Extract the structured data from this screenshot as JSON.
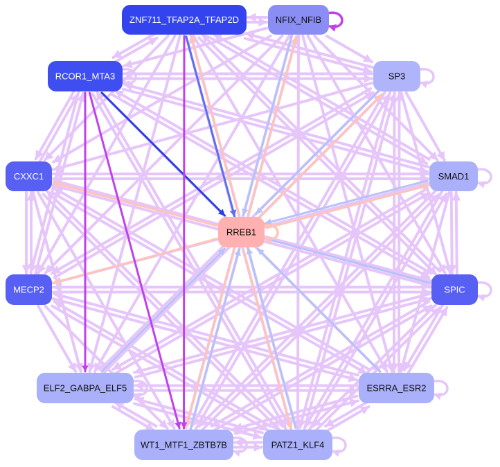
{
  "diagram": {
    "nodes": [
      {
        "id": "znf711",
        "label": "ZNF711_TFAP2A_TFAP2D",
        "fill": "#3344ee",
        "text_color": "#ffffff"
      },
      {
        "id": "nfix",
        "label": "NFIX_NFIB",
        "fill": "#8a8ef4",
        "text_color": "#111111"
      },
      {
        "id": "rcor1",
        "label": "RCOR1_MTA3",
        "fill": "#3e4ef0",
        "text_color": "#ffffff"
      },
      {
        "id": "sp3",
        "label": "SP3",
        "fill": "#b0b4fa",
        "text_color": "#111111"
      },
      {
        "id": "cxxc1",
        "label": "CXXC1",
        "fill": "#5860f4",
        "text_color": "#ffffff"
      },
      {
        "id": "smad1",
        "label": "SMAD1",
        "fill": "#aab0fa",
        "text_color": "#111111"
      },
      {
        "id": "rreb1",
        "label": "RREB1",
        "fill": "#ffb0b0",
        "text_color": "#111111"
      },
      {
        "id": "mecp2",
        "label": "MECP2",
        "fill": "#5860f4",
        "text_color": "#ffffff"
      },
      {
        "id": "spic",
        "label": "SPIC",
        "fill": "#5860f4",
        "text_color": "#ffffff"
      },
      {
        "id": "elf2",
        "label": "ELF2_GABPA_ELF5",
        "fill": "#aab0fa",
        "text_color": "#111111"
      },
      {
        "id": "esrra",
        "label": "ESRRA_ESR2",
        "fill": "#aab0fa",
        "text_color": "#111111"
      },
      {
        "id": "wt1",
        "label": "WT1_MTF1_ZBTB7B",
        "fill": "#aab0fa",
        "text_color": "#111111"
      },
      {
        "id": "patz1",
        "label": "PATZ1_KLF4",
        "fill": "#aab0fa",
        "text_color": "#111111"
      }
    ],
    "edge_colors": {
      "default": "#e6c6fa",
      "dark_blue": "#2a3fe6",
      "medium_blue": "#5a70f0",
      "light_blue": "#b6c2f8",
      "peach": "#ffc4b8",
      "violet": "#c040ee"
    },
    "edges": [
      {
        "from": "rcor1",
        "to": "rreb1",
        "color": "dark_blue"
      },
      {
        "from": "znf711",
        "to": "rreb1",
        "color": "medium_blue"
      },
      {
        "from": "nfix",
        "to": "rreb1",
        "color": "light_blue"
      },
      {
        "from": "sp3",
        "to": "rreb1",
        "color": "light_blue"
      },
      {
        "from": "smad1",
        "to": "rreb1",
        "color": "light_blue"
      },
      {
        "from": "spic",
        "to": "rreb1",
        "color": "light_blue"
      },
      {
        "from": "esrra",
        "to": "rreb1",
        "color": "light_blue"
      },
      {
        "from": "elf2",
        "to": "rreb1",
        "color": "light_blue"
      },
      {
        "from": "wt1",
        "to": "rreb1",
        "color": "light_blue"
      },
      {
        "from": "patz1",
        "to": "rreb1",
        "color": "light_blue"
      },
      {
        "from": "rreb1",
        "to": "znf711",
        "color": "peach"
      },
      {
        "from": "rreb1",
        "to": "nfix",
        "color": "peach"
      },
      {
        "from": "rreb1",
        "to": "cxxc1",
        "color": "peach"
      },
      {
        "from": "rreb1",
        "to": "mecp2",
        "color": "peach"
      },
      {
        "from": "rreb1",
        "to": "sp3",
        "color": "peach"
      },
      {
        "from": "rreb1",
        "to": "smad1",
        "color": "peach"
      },
      {
        "from": "rreb1",
        "to": "wt1",
        "color": "peach"
      },
      {
        "from": "rreb1",
        "to": "patz1",
        "color": "peach"
      },
      {
        "from": "rcor1",
        "to": "elf2",
        "color": "violet"
      },
      {
        "from": "rcor1",
        "to": "wt1",
        "color": "violet"
      },
      {
        "from": "znf711",
        "to": "wt1",
        "color": "violet"
      },
      {
        "from": "znf711",
        "to": "nfix",
        "color": "default"
      },
      {
        "from": "nfix",
        "to": "znf711",
        "color": "default"
      },
      {
        "from": "znf711",
        "to": "rcor1",
        "color": "default"
      },
      {
        "from": "rcor1",
        "to": "znf711",
        "color": "default"
      },
      {
        "from": "znf711",
        "to": "sp3",
        "color": "default"
      },
      {
        "from": "sp3",
        "to": "znf711",
        "color": "default"
      },
      {
        "from": "znf711",
        "to": "cxxc1",
        "color": "default"
      },
      {
        "from": "znf711",
        "to": "smad1",
        "color": "default"
      },
      {
        "from": "znf711",
        "to": "mecp2",
        "color": "default"
      },
      {
        "from": "znf711",
        "to": "spic",
        "color": "default"
      },
      {
        "from": "znf711",
        "to": "elf2",
        "color": "default"
      },
      {
        "from": "znf711",
        "to": "esrra",
        "color": "default"
      },
      {
        "from": "znf711",
        "to": "patz1",
        "color": "default"
      },
      {
        "from": "patz1",
        "to": "znf711",
        "color": "default"
      },
      {
        "from": "nfix",
        "to": "rcor1",
        "color": "default"
      },
      {
        "from": "nfix",
        "to": "sp3",
        "color": "default"
      },
      {
        "from": "nfix",
        "to": "cxxc1",
        "color": "default"
      },
      {
        "from": "nfix",
        "to": "smad1",
        "color": "default"
      },
      {
        "from": "nfix",
        "to": "mecp2",
        "color": "default"
      },
      {
        "from": "nfix",
        "to": "spic",
        "color": "default"
      },
      {
        "from": "nfix",
        "to": "elf2",
        "color": "default"
      },
      {
        "from": "nfix",
        "to": "esrra",
        "color": "default"
      },
      {
        "from": "nfix",
        "to": "wt1",
        "color": "default"
      },
      {
        "from": "nfix",
        "to": "patz1",
        "color": "default"
      },
      {
        "from": "wt1",
        "to": "nfix",
        "color": "default"
      },
      {
        "from": "rcor1",
        "to": "sp3",
        "color": "default"
      },
      {
        "from": "rcor1",
        "to": "cxxc1",
        "color": "default"
      },
      {
        "from": "rcor1",
        "to": "smad1",
        "color": "default"
      },
      {
        "from": "rcor1",
        "to": "mecp2",
        "color": "default"
      },
      {
        "from": "rcor1",
        "to": "spic",
        "color": "default"
      },
      {
        "from": "rcor1",
        "to": "esrra",
        "color": "default"
      },
      {
        "from": "rcor1",
        "to": "patz1",
        "color": "default"
      },
      {
        "from": "sp3",
        "to": "rcor1",
        "color": "default"
      },
      {
        "from": "sp3",
        "to": "cxxc1",
        "color": "default"
      },
      {
        "from": "sp3",
        "to": "smad1",
        "color": "default"
      },
      {
        "from": "sp3",
        "to": "mecp2",
        "color": "default"
      },
      {
        "from": "sp3",
        "to": "spic",
        "color": "default"
      },
      {
        "from": "sp3",
        "to": "elf2",
        "color": "default"
      },
      {
        "from": "sp3",
        "to": "esrra",
        "color": "default"
      },
      {
        "from": "sp3",
        "to": "wt1",
        "color": "default"
      },
      {
        "from": "sp3",
        "to": "patz1",
        "color": "default"
      },
      {
        "from": "cxxc1",
        "to": "smad1",
        "color": "default"
      },
      {
        "from": "cxxc1",
        "to": "mecp2",
        "color": "default"
      },
      {
        "from": "mecp2",
        "to": "cxxc1",
        "color": "default"
      },
      {
        "from": "cxxc1",
        "to": "spic",
        "color": "default"
      },
      {
        "from": "cxxc1",
        "to": "elf2",
        "color": "default"
      },
      {
        "from": "cxxc1",
        "to": "esrra",
        "color": "default"
      },
      {
        "from": "cxxc1",
        "to": "wt1",
        "color": "default"
      },
      {
        "from": "cxxc1",
        "to": "patz1",
        "color": "default"
      },
      {
        "from": "cxxc1",
        "to": "rcor1",
        "color": "default"
      },
      {
        "from": "smad1",
        "to": "cxxc1",
        "color": "default"
      },
      {
        "from": "smad1",
        "to": "mecp2",
        "color": "default"
      },
      {
        "from": "smad1",
        "to": "spic",
        "color": "default"
      },
      {
        "from": "spic",
        "to": "smad1",
        "color": "default"
      },
      {
        "from": "smad1",
        "to": "elf2",
        "color": "default"
      },
      {
        "from": "smad1",
        "to": "esrra",
        "color": "default"
      },
      {
        "from": "smad1",
        "to": "wt1",
        "color": "default"
      },
      {
        "from": "smad1",
        "to": "patz1",
        "color": "default"
      },
      {
        "from": "smad1",
        "to": "znf711",
        "color": "default"
      },
      {
        "from": "smad1",
        "to": "rcor1",
        "color": "default"
      },
      {
        "from": "mecp2",
        "to": "spic",
        "color": "default"
      },
      {
        "from": "mecp2",
        "to": "elf2",
        "color": "default"
      },
      {
        "from": "mecp2",
        "to": "esrra",
        "color": "default"
      },
      {
        "from": "mecp2",
        "to": "wt1",
        "color": "default"
      },
      {
        "from": "mecp2",
        "to": "patz1",
        "color": "default"
      },
      {
        "from": "mecp2",
        "to": "rcor1",
        "color": "default"
      },
      {
        "from": "mecp2",
        "to": "sp3",
        "color": "default"
      },
      {
        "from": "spic",
        "to": "mecp2",
        "color": "default"
      },
      {
        "from": "spic",
        "to": "elf2",
        "color": "default"
      },
      {
        "from": "spic",
        "to": "esrra",
        "color": "default"
      },
      {
        "from": "spic",
        "to": "wt1",
        "color": "default"
      },
      {
        "from": "spic",
        "to": "patz1",
        "color": "default"
      },
      {
        "from": "spic",
        "to": "rcor1",
        "color": "default"
      },
      {
        "from": "spic",
        "to": "cxxc1",
        "color": "default"
      },
      {
        "from": "spic",
        "to": "znf711",
        "color": "default"
      },
      {
        "from": "elf2",
        "to": "esrra",
        "color": "default"
      },
      {
        "from": "esrra",
        "to": "elf2",
        "color": "default"
      },
      {
        "from": "elf2",
        "to": "wt1",
        "color": "default"
      },
      {
        "from": "wt1",
        "to": "elf2",
        "color": "default"
      },
      {
        "from": "elf2",
        "to": "patz1",
        "color": "default"
      },
      {
        "from": "patz1",
        "to": "elf2",
        "color": "default"
      },
      {
        "from": "elf2",
        "to": "smad1",
        "color": "default"
      },
      {
        "from": "elf2",
        "to": "spic",
        "color": "default"
      },
      {
        "from": "elf2",
        "to": "sp3",
        "color": "default"
      },
      {
        "from": "esrra",
        "to": "wt1",
        "color": "default"
      },
      {
        "from": "esrra",
        "to": "patz1",
        "color": "default"
      },
      {
        "from": "patz1",
        "to": "esrra",
        "color": "default"
      },
      {
        "from": "esrra",
        "to": "sp3",
        "color": "default"
      },
      {
        "from": "esrra",
        "to": "cxxc1",
        "color": "default"
      },
      {
        "from": "esrra",
        "to": "mecp2",
        "color": "default"
      },
      {
        "from": "esrra",
        "to": "spic",
        "color": "default"
      },
      {
        "from": "wt1",
        "to": "patz1",
        "color": "default"
      },
      {
        "from": "patz1",
        "to": "wt1",
        "color": "default"
      },
      {
        "from": "wt1",
        "to": "esrra",
        "color": "default"
      },
      {
        "from": "wt1",
        "to": "sp3",
        "color": "default"
      },
      {
        "from": "wt1",
        "to": "spic",
        "color": "default"
      },
      {
        "from": "wt1",
        "to": "smad1",
        "color": "default"
      },
      {
        "from": "patz1",
        "to": "sp3",
        "color": "default"
      },
      {
        "from": "patz1",
        "to": "cxxc1",
        "color": "default"
      },
      {
        "from": "patz1",
        "to": "mecp2",
        "color": "default"
      },
      {
        "from": "patz1",
        "to": "rcor1",
        "color": "default"
      },
      {
        "from": "patz1",
        "to": "smad1",
        "color": "default"
      },
      {
        "from": "patz1",
        "to": "spic",
        "color": "default"
      }
    ],
    "self_loops": [
      {
        "node": "nfix",
        "color": "violet"
      },
      {
        "node": "rcor1",
        "color": "default"
      },
      {
        "node": "sp3",
        "color": "default"
      },
      {
        "node": "smad1",
        "color": "default"
      },
      {
        "node": "rreb1",
        "color": "peach"
      },
      {
        "node": "spic",
        "color": "default"
      },
      {
        "node": "elf2",
        "color": "default"
      },
      {
        "node": "esrra",
        "color": "default"
      },
      {
        "node": "wt1",
        "color": "default"
      },
      {
        "node": "patz1",
        "color": "default"
      }
    ]
  }
}
